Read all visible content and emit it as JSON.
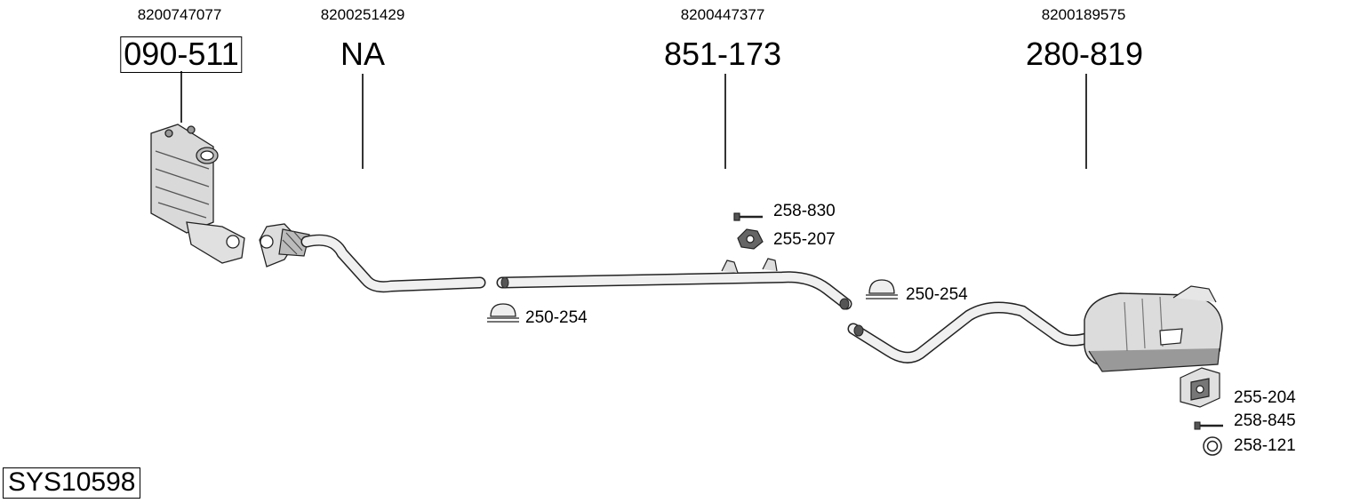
{
  "system_code": "SYS10598",
  "main_parts": [
    {
      "oem": "8200747077",
      "part": "090-511",
      "boxed": true
    },
    {
      "oem": "8200251429",
      "part": "NA",
      "boxed": false
    },
    {
      "oem": "8200447377",
      "part": "851-173",
      "boxed": false
    },
    {
      "oem": "8200189575",
      "part": "280-819",
      "boxed": false
    }
  ],
  "fittings": {
    "bolt_front": "258-830",
    "hanger_front": "255-207",
    "clamp_left": "250-254",
    "clamp_right": "250-254",
    "hanger_rear": "255-204",
    "bolt_rear": "258-845",
    "ring_rear": "258-121"
  }
}
